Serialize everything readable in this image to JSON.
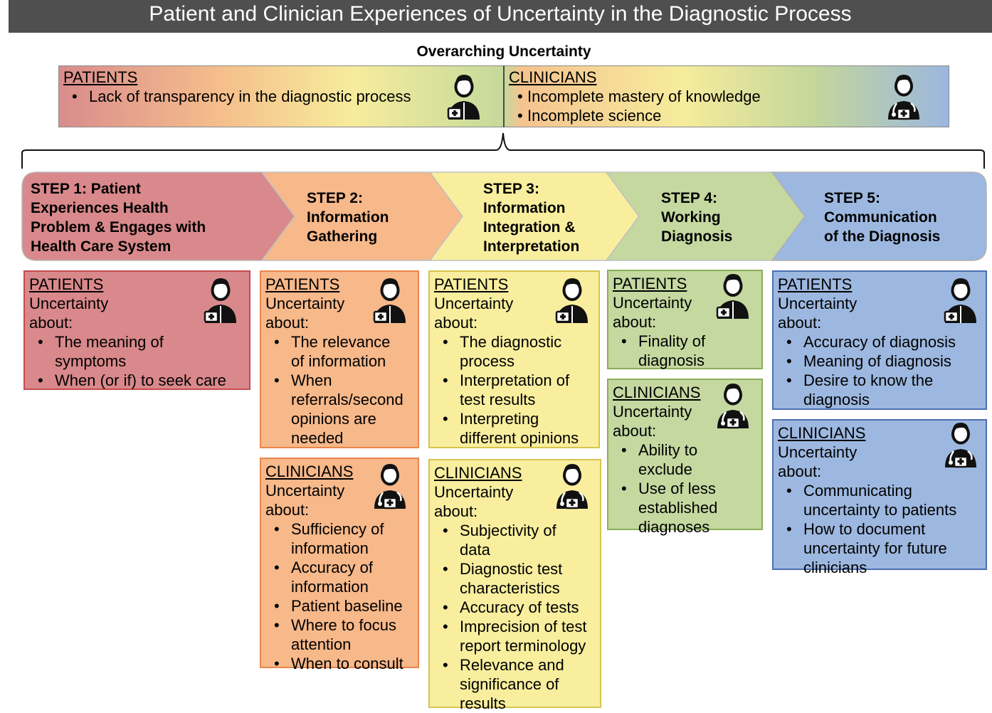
{
  "title": "Patient and Clinician Experiences of Uncertainty in the Diagnostic Process",
  "overarching": {
    "heading": "Overarching Uncertainty",
    "patients": {
      "header": "PATIENTS",
      "items": [
        "Lack of transparency in the diagnostic process"
      ]
    },
    "clinicians": {
      "header": "CLINICIANS",
      "items": [
        "Incomplete mastery of knowledge",
        "Incomplete science"
      ]
    }
  },
  "steps": [
    {
      "lines": [
        "STEP 1: Patient",
        "Experiences Health",
        "Problem & Engages with",
        "Health Care System"
      ],
      "color": "#d9898b"
    },
    {
      "lines": [
        "STEP 2:",
        "Information",
        "Gathering"
      ],
      "color": "#f7b88a"
    },
    {
      "lines": [
        "STEP 3:",
        "Information",
        "Integration &",
        "Interpretation"
      ],
      "color": "#f8ee9e"
    },
    {
      "lines": [
        "STEP 4:",
        "Working",
        "Diagnosis"
      ],
      "color": "#c4d8a0"
    },
    {
      "lines": [
        "STEP 5:",
        "Communication",
        "of the Diagnosis"
      ],
      "color": "#9db8e0"
    }
  ],
  "boxes": {
    "s1_patients": {
      "header": "PATIENTS",
      "intro": [
        "Uncertainty",
        "about:"
      ],
      "items": [
        [
          "The meaning of",
          "symptoms"
        ],
        [
          "When (or if) to seek care"
        ]
      ]
    },
    "s2_patients": {
      "header": "PATIENTS",
      "intro": [
        "Uncertainty",
        "about:"
      ],
      "items": [
        [
          "The relevance",
          "of information"
        ],
        [
          "When",
          "referrals/second",
          "opinions are",
          "needed"
        ]
      ]
    },
    "s2_clinicians": {
      "header": "CLINICIANS",
      "intro": [
        "Uncertainty",
        "about:"
      ],
      "items": [
        [
          "Sufficiency of",
          "information"
        ],
        [
          "Accuracy of",
          "information"
        ],
        [
          "Patient baseline"
        ],
        [
          "Where to focus",
          "attention"
        ],
        [
          "When to consult"
        ]
      ]
    },
    "s3_patients": {
      "header": "PATIENTS",
      "intro": [
        "Uncertainty",
        "about:"
      ],
      "items": [
        [
          "The diagnostic",
          "process"
        ],
        [
          "Interpretation of",
          "test results"
        ],
        [
          "Interpreting",
          "different opinions"
        ]
      ]
    },
    "s3_clinicians": {
      "header": "CLINICIANS",
      "intro": [
        "Uncertainty",
        "about:"
      ],
      "items": [
        [
          "Subjectivity of",
          "data"
        ],
        [
          "Diagnostic test",
          "characteristics"
        ],
        [
          "Accuracy of tests"
        ],
        [
          "Imprecision of test",
          "report terminology"
        ],
        [
          "Relevance and",
          "significance of",
          "results"
        ]
      ]
    },
    "s4_patients": {
      "header": "PATIENTS",
      "intro": [
        "Uncertainty",
        "about:"
      ],
      "items": [
        [
          "Finality of",
          "diagnosis"
        ]
      ]
    },
    "s4_clinicians": {
      "header": "CLINICIANS",
      "intro": [
        "Uncertainty",
        "about:"
      ],
      "items": [
        [
          "Ability to",
          "exclude"
        ],
        [
          "Use of less",
          "established",
          "diagnoses"
        ]
      ]
    },
    "s5_patients": {
      "header": "PATIENTS",
      "intro": [
        "Uncertainty",
        "about:"
      ],
      "items": [
        [
          "Accuracy of diagnosis"
        ],
        [
          "Meaning of diagnosis"
        ],
        [
          "Desire to know the",
          "diagnosis"
        ]
      ]
    },
    "s5_clinicians": {
      "header": "CLINICIANS",
      "intro": [
        "Uncertainty",
        "about:"
      ],
      "items": [
        [
          "Communicating",
          "uncertainty to patients"
        ],
        [
          "How to document",
          "uncertainty for future",
          "clinicians"
        ]
      ]
    }
  },
  "icons": {
    "patient": "patient-icon",
    "clinician": "clinician-icon"
  },
  "colors": {
    "title_bar": "#4f4f4f",
    "step1": "#d9898b",
    "step2": "#f7b88a",
    "step3": "#f8ee9e",
    "step4": "#c4d8a0",
    "step5": "#9db8e0"
  }
}
